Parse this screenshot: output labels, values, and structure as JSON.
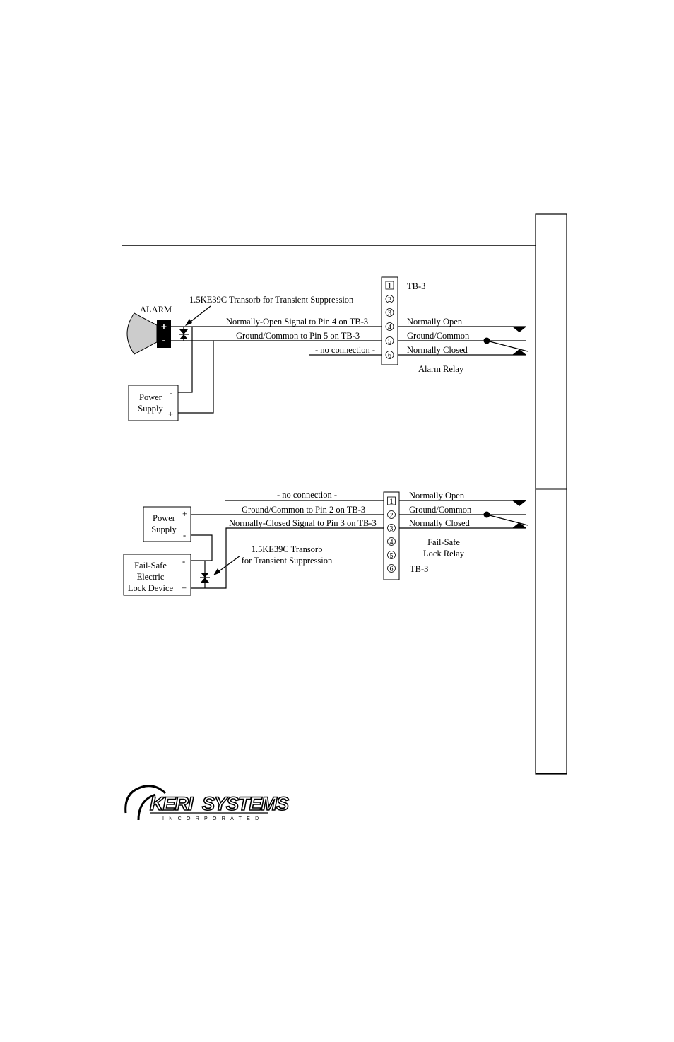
{
  "diagram1": {
    "alarm_label": "ALARM",
    "alarm_plus": "+",
    "alarm_minus": "-",
    "transorb_label": "1.5KE39C Transorb for Transient Suppression",
    "wire_no_label": "Normally-Open Signal to Pin 4 on TB-3",
    "wire_gnd_label": "Ground/Common to Pin 5 on TB-3",
    "wire_nc_label": "- no connection -",
    "power_line1": "Power",
    "power_line2": "Supply",
    "power_minus": "-",
    "power_plus": "+",
    "tb_label": "TB-3",
    "pins": [
      "1",
      "2",
      "3",
      "4",
      "5",
      "6"
    ],
    "relay_no": "Normally Open",
    "relay_gnd": "Ground/Common",
    "relay_nc": "Normally Closed",
    "relay_name": "Alarm Relay"
  },
  "diagram2": {
    "wire_nc_label": "- no connection -",
    "wire_gnd_label": "Ground/Common to Pin 2 on TB-3",
    "wire_ncs_label": "Normally-Closed Signal to Pin 3 on TB-3",
    "power_line1": "Power",
    "power_line2": "Supply",
    "power_plus": "+",
    "power_minus": "-",
    "lock_line1": "Fail-Safe",
    "lock_line2": "Electric",
    "lock_line3": "Lock Device",
    "lock_minus": "-",
    "lock_plus": "+",
    "transorb_line1": "1.5KE39C Transorb",
    "transorb_line2": "for Transient Suppression",
    "pins": [
      "1",
      "2",
      "3",
      "4",
      "5",
      "6"
    ],
    "relay_no": "Normally Open",
    "relay_gnd": "Ground/Common",
    "relay_nc": "Normally Closed",
    "relay_name_line1": "Fail-Safe",
    "relay_name_line2": "Lock Relay",
    "tb_label": "TB-3"
  },
  "logo": {
    "brand_first": "KERI",
    "brand_second": "SYSTEMS",
    "tagline": "INCORPORATED"
  }
}
